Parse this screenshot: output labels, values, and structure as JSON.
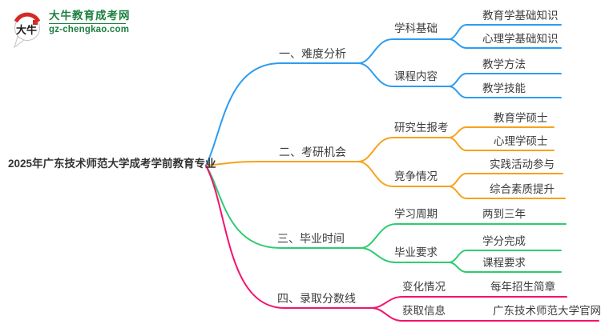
{
  "logo": {
    "icon_text": "大牛",
    "title": "大牛教育成考网",
    "url": "gz-chengkao.com",
    "brand_color": "#1b7f3f",
    "seal_color": "#d42a26"
  },
  "root": {
    "label": "2025年广东技术师范大学成考学前教育专业"
  },
  "branches": [
    {
      "label": "一、难度分析",
      "color": "#2e9cef",
      "children": [
        {
          "label": "学科基础",
          "children": [
            {
              "label": "教育学基础知识"
            },
            {
              "label": "心理学基础知识"
            }
          ]
        },
        {
          "label": "课程内容",
          "children": [
            {
              "label": "教学方法"
            },
            {
              "label": "教学技能"
            }
          ]
        }
      ]
    },
    {
      "label": "二、考研机会",
      "color": "#f5a31b",
      "children": [
        {
          "label": "研究生报考",
          "children": [
            {
              "label": "教育学硕士"
            },
            {
              "label": "心理学硕士"
            }
          ]
        },
        {
          "label": "竞争情况",
          "children": [
            {
              "label": "实践活动参与"
            },
            {
              "label": "综合素质提升"
            }
          ]
        }
      ]
    },
    {
      "label": "三、毕业时间",
      "color": "#2ecc71",
      "children": [
        {
          "label": "学习周期",
          "children": [
            {
              "label": "两到三年"
            }
          ]
        },
        {
          "label": "毕业要求",
          "children": [
            {
              "label": "学分完成"
            },
            {
              "label": "课程要求"
            }
          ]
        }
      ]
    },
    {
      "label": "四、录取分数线",
      "color": "#f1146e",
      "children": [
        {
          "label": "变化情况",
          "children": [
            {
              "label": "每年招生简章"
            }
          ]
        },
        {
          "label": "获取信息",
          "children": [
            {
              "label": "广东技术师范大学官网"
            }
          ]
        }
      ]
    }
  ]
}
